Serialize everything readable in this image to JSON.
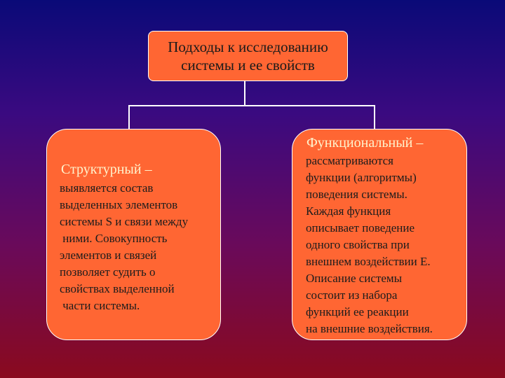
{
  "top": {
    "text": "Подходы к исследованию\nсистемы и ее свойств"
  },
  "left": {
    "heading": "Структурный –",
    "body": "выявляется состав\nвыделенных элементов\nсистемы S и связи между\n ними. Совокупность\nэлементов и связей\nпозволяет судить о\nсвойствах выделенной\n части системы."
  },
  "right": {
    "heading": "Функциональный –",
    "body": "рассматриваются\nфункции (алгоритмы)\nповедения системы.\nКаждая функция\nописывает поведение\nодного свойства при\nвнешнем воздействии E.\nОписание системы\nсостоит из набора\nфункций ее реакции\nна внешние воздействия."
  },
  "colors": {
    "box_fill": "#ff6633",
    "connector": "#ffffff",
    "background_top": "#0a0a78",
    "background_bottom": "#8a0a1e"
  }
}
